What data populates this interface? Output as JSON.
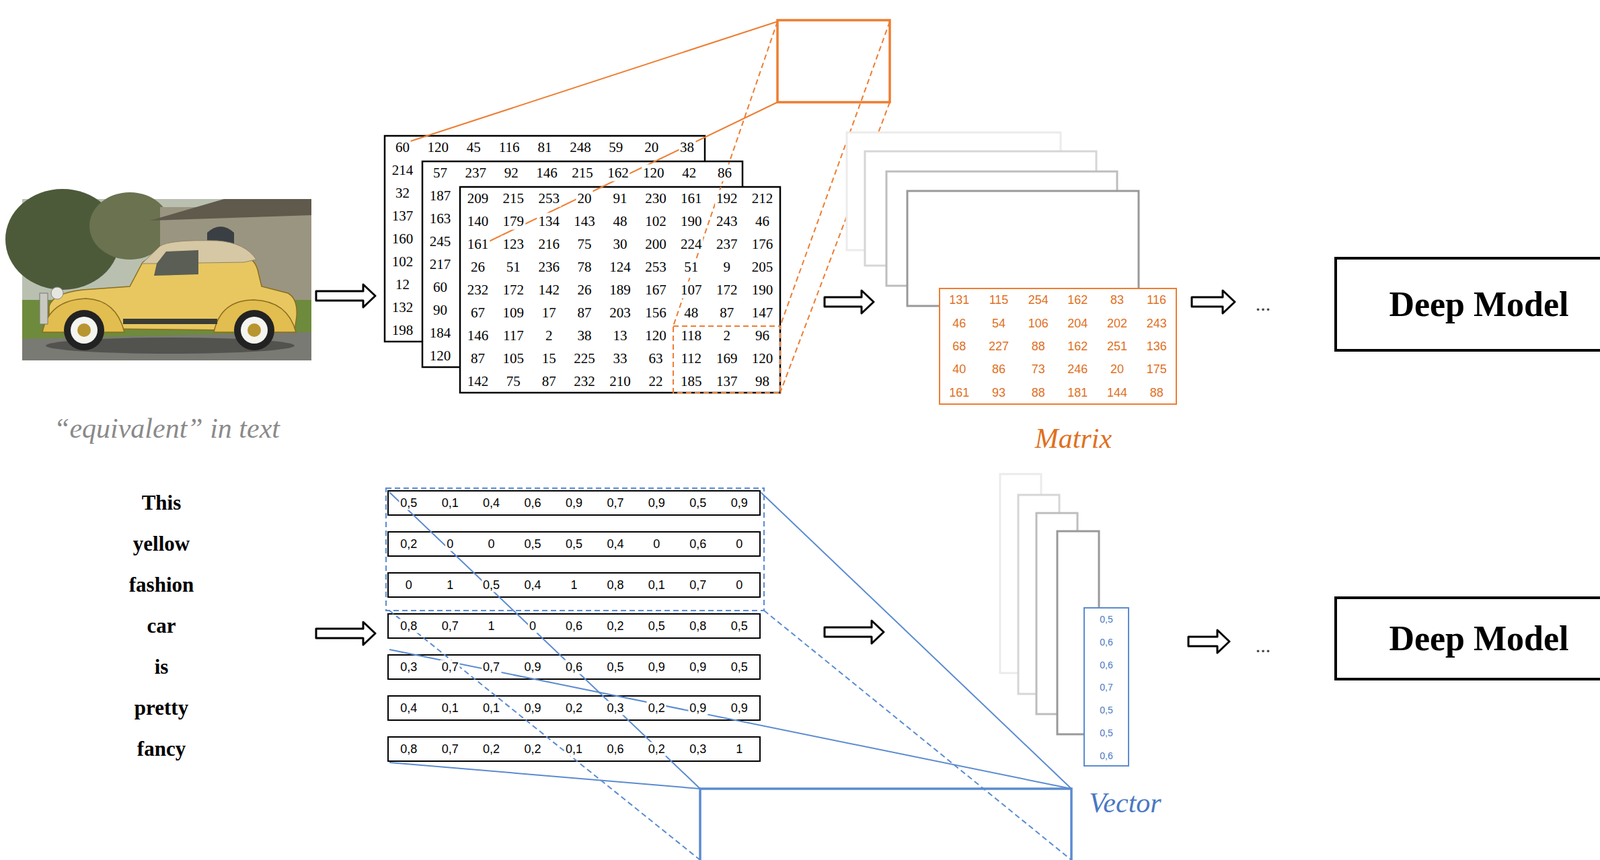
{
  "diagram": {
    "nodes": [
      {
        "text": [
          "Deep Model"
        ]
      },
      {
        "text": [
          "Deep Model"
        ]
      }
    ],
    "labels": [
      "60",
      "120",
      "45",
      "116",
      "81",
      "248",
      "59",
      "20",
      "38",
      "214",
      "32",
      "137",
      "160",
      "102",
      "12",
      "132",
      "198",
      "57",
      "237",
      "92",
      "146",
      "215",
      "162",
      "120",
      "42",
      "86",
      "187",
      "163",
      "245",
      "217",
      "60",
      "90",
      "184",
      "120",
      "209",
      "215",
      "253",
      "20",
      "91",
      "230",
      "161",
      "192",
      "212",
      "140",
      "179",
      "134",
      "143",
      "48",
      "102",
      "190",
      "243",
      "46",
      "161",
      "123",
      "216",
      "75",
      "30",
      "200",
      "224",
      "237",
      "176",
      "26",
      "51",
      "236",
      "78",
      "124",
      "253",
      "51",
      "9",
      "205",
      "232",
      "172",
      "142",
      "26",
      "189",
      "167",
      "107",
      "172",
      "190",
      "67",
      "109",
      "17",
      "87",
      "203",
      "156",
      "48",
      "87",
      "147",
      "146",
      "117",
      "2",
      "38",
      "13",
      "120",
      "118",
      "2",
      "96",
      "87",
      "105",
      "15",
      "225",
      "33",
      "63",
      "112",
      "169",
      "120",
      "142",
      "75",
      "87",
      "232",
      "210",
      "22",
      "185",
      "137",
      "98",
      "131",
      "115",
      "254",
      "162",
      "83",
      "116",
      "46",
      "54",
      "106",
      "204",
      "202",
      "243",
      "68",
      "227",
      "88",
      "162",
      "251",
      "136",
      "40",
      "86",
      "73",
      "246",
      "20",
      "175",
      "161",
      "93",
      "88",
      "181",
      "144",
      "88",
      "Matrix",
      "...",
      "“equivalent” in text",
      "This",
      "yellow",
      "fashion",
      "car",
      "is",
      "pretty",
      "fancy",
      "0,5",
      "0,1",
      "0,4",
      "0,6",
      "0,9",
      "0,7",
      "0,9",
      "0,5",
      "0,9",
      "0,2",
      "0",
      "0",
      "0,5",
      "0,5",
      "0,4",
      "0",
      "0,6",
      "0",
      "0",
      "1",
      "0,5",
      "0,4",
      "1",
      "0,8",
      "0,1",
      "0,7",
      "0",
      "0,8",
      "0,7",
      "1",
      "0",
      "0,6",
      "0,2",
      "0,5",
      "0,8",
      "0,5",
      "0,3",
      "0,7",
      "0,7",
      "0,9",
      "0,6",
      "0,5",
      "0,9",
      "0,9",
      "0,5",
      "0,4",
      "0,1",
      "0,1",
      "0,9",
      "0,2",
      "0,3",
      "0,2",
      "0,9",
      "0,9",
      "0,8",
      "0,7",
      "0,2",
      "0,2",
      "0,1",
      "0,6",
      "0,2",
      "0,3",
      "1",
      "0,5",
      "0,6",
      "0,6",
      "0,7",
      "0,5",
      "0,5",
      "0,6",
      "Vector",
      "..."
    ]
  }
}
